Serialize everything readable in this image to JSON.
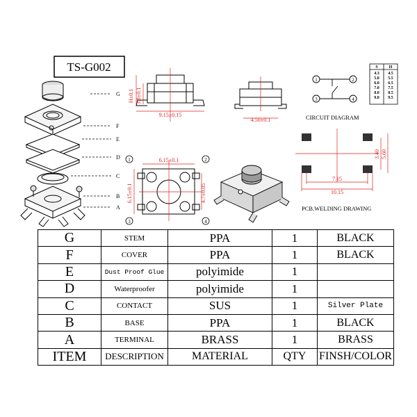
{
  "model_label": "TS-G002",
  "exploded_view": {
    "leaders": [
      "G",
      "F",
      "E",
      "D",
      "C",
      "B",
      "A"
    ]
  },
  "side_view_1": {
    "height_dim": "H±0.1",
    "height_dim_2": "3.8±0.1",
    "width_dim": "9.15±0.15"
  },
  "side_view_2": {
    "width_dim": "4.50±0.1"
  },
  "top_view": {
    "top_dim": "6.15±0.1",
    "left_dim": "6.15±0.1",
    "right_dim": "4.7±0.05",
    "pins": [
      "1",
      "2",
      "3",
      "4"
    ]
  },
  "circuit_diagram": {
    "title": "CIRCUIT DIAGRAM",
    "pins": [
      "1",
      "2",
      "3",
      "4"
    ]
  },
  "height_table": {
    "headers": [
      "S",
      "H"
    ],
    "rows": [
      [
        "4.3",
        "4.5"
      ],
      [
        "5.0",
        "5.5"
      ],
      [
        "6.0",
        "6.5"
      ],
      [
        "7.0",
        "7.5"
      ],
      [
        "8.0",
        "8.5"
      ],
      [
        "9.0",
        "9.5"
      ]
    ]
  },
  "pcb_drawing": {
    "title": "PCB.WELDING DRAWING",
    "dim_v1": "3.40",
    "dim_v2": "5.60",
    "dim_h1": "7.15",
    "dim_h2": "10.15"
  },
  "parts_table": {
    "rows": [
      {
        "item": "G",
        "description": "STEM",
        "material": "PPA",
        "qty": "1",
        "finish": "BLACK"
      },
      {
        "item": "F",
        "description": "COVER",
        "material": "PPA",
        "qty": "1",
        "finish": "BLACK"
      },
      {
        "item": "E",
        "description": "Dust Proof Glue",
        "material": "polyimide",
        "qty": "1",
        "finish": ""
      },
      {
        "item": "D",
        "description": "Waterproofer",
        "material": "polyimide",
        "qty": "1",
        "finish": ""
      },
      {
        "item": "C",
        "description": "CONTACT",
        "material": "SUS",
        "qty": "1",
        "finish": "Silver Plate"
      },
      {
        "item": "B",
        "description": "BASE",
        "material": "PPA",
        "qty": "1",
        "finish": "BLACK"
      },
      {
        "item": "A",
        "description": "TERMINAL",
        "material": "BRASS",
        "qty": "1",
        "finish": "BRASS"
      }
    ],
    "header": {
      "item": "ITEM",
      "description": "DESCRIPTION",
      "material": "MATERIAL",
      "qty": "QTY",
      "finish": "FINSH/COLOR"
    }
  },
  "colors": {
    "dimension": "#d22222",
    "line": "#000000",
    "pad": "#333333"
  }
}
